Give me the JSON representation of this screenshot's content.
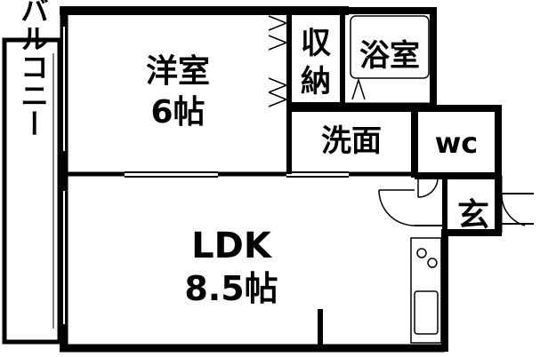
{
  "floorplan": {
    "balcony": "バルコニー",
    "western_room": {
      "name": "洋室",
      "size": "6帖"
    },
    "storage": {
      "line1": "収",
      "line2": "納"
    },
    "bath": "浴室",
    "washroom": "洗面",
    "wc": "wc",
    "entrance": "玄",
    "ldk": {
      "name": "LDK",
      "size": "8.5帖"
    }
  }
}
